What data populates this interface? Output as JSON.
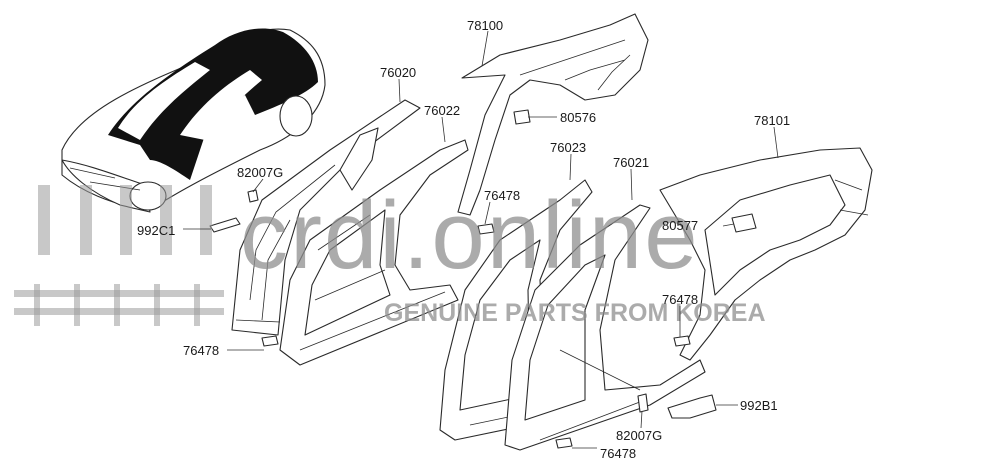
{
  "watermark": {
    "domain_text": "crdi.online",
    "tagline": "GENUINE PARTS FROM KOREA"
  },
  "part_labels": {
    "p78100": "78100",
    "p76020": "76020",
    "p76022": "76022",
    "p80576": "80576",
    "p82007G_top": "82007G",
    "p992C1": "992C1",
    "p76023": "76023",
    "p76021": "76021",
    "p76478_mid": "76478",
    "p78101": "78101",
    "p80577": "80577",
    "p76478_right": "76478",
    "p76478_left": "76478",
    "p992B1": "992B1",
    "p82007G_bottom": "82007G",
    "p76478_bottom": "76478"
  }
}
